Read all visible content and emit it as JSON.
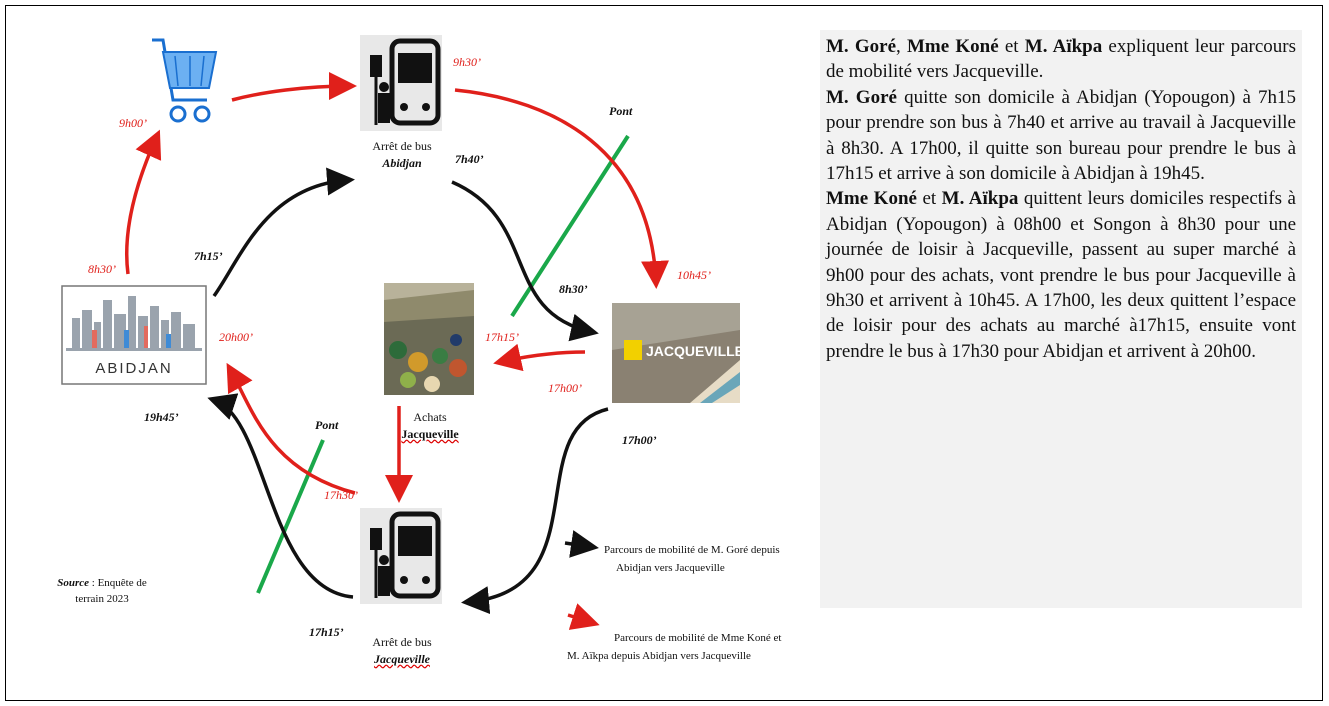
{
  "diagram": {
    "times": {
      "red_9h00": "9h00’",
      "red_9h30": "9h30’",
      "red_8h30": "8h30’",
      "red_10h45": "10h45’",
      "red_17h15": "17h15’",
      "red_17h00": "17h00’",
      "red_20h00": "20h00’",
      "red_17h30": "17h30’",
      "blk_7h40": "7h40’",
      "blk_7h15": "7h15’",
      "blk_8h30": "8h30’",
      "blk_17h00": "17h00’",
      "blk_19h45": "19h45’",
      "blk_17h15": "17h15’"
    },
    "bridge_top": "Pont",
    "bridge_bottom": "Pont",
    "stop_abidjan": {
      "line1": "Arrêt de bus",
      "line2": "Abidjan"
    },
    "stop_jacqueville": {
      "line1": "Arrêt de bus",
      "line2": "Jacqueville"
    },
    "market": {
      "line1": "Achats",
      "line2": "Jacqueville"
    },
    "abidjan_logo": "ABIDJAN",
    "jacqueville_banner": "JACQUEVILLE",
    "source": {
      "label": "Source",
      "rest": " : Enquête de",
      "line2": "terrain 2023"
    },
    "legend": {
      "black_line1": "Parcours de mobilité de M. Goré depuis",
      "black_line2": "Abidjan vers Jacqueville",
      "red_line1": "Parcours de mobilité de Mme Koné et",
      "red_line2": "M. Aïkpa depuis Abidjan vers Jacqueville"
    },
    "colors": {
      "red": "#e0201b",
      "black": "#111111",
      "green": "#1aa84a"
    }
  },
  "text": {
    "p1_a": "M. Goré",
    "p1_b": ", ",
    "p1_c": "Mme Koné",
    "p1_d": " et ",
    "p1_e": "M. Aïkpa",
    "p1_f": " expliquent leur parcours de mobilité vers Jacqueville.",
    "p2_a": "M. Goré",
    "p2_b": " quitte son domicile à Abidjan (Yopougon) à 7h15 pour prendre son bus à 7h40 et arrive au travail à Jacqueville à 8h30. A 17h00, il quitte son bureau pour prendre le bus à 17h15 et arrive à son domicile à Abidjan à 19h45.",
    "p3_a": "Mme Koné",
    "p3_b": " et ",
    "p3_c": "M. Aïkpa",
    "p3_d": " quittent leurs domiciles respectifs à Abidjan (Yopougon) à 08h00 et Songon à 8h30 pour une journée de loisir à Jacqueville, passent au super marché à 9h00 pour des achats, vont prendre le bus pour Jacqueville à 9h30 et arrivent à 10h45. A 17h00, les deux quittent l’espace de loisir pour des achats au marché à17h15, ensuite vont prendre le bus à 17h30 pour Abidjan et arrivent à 20h00."
  }
}
